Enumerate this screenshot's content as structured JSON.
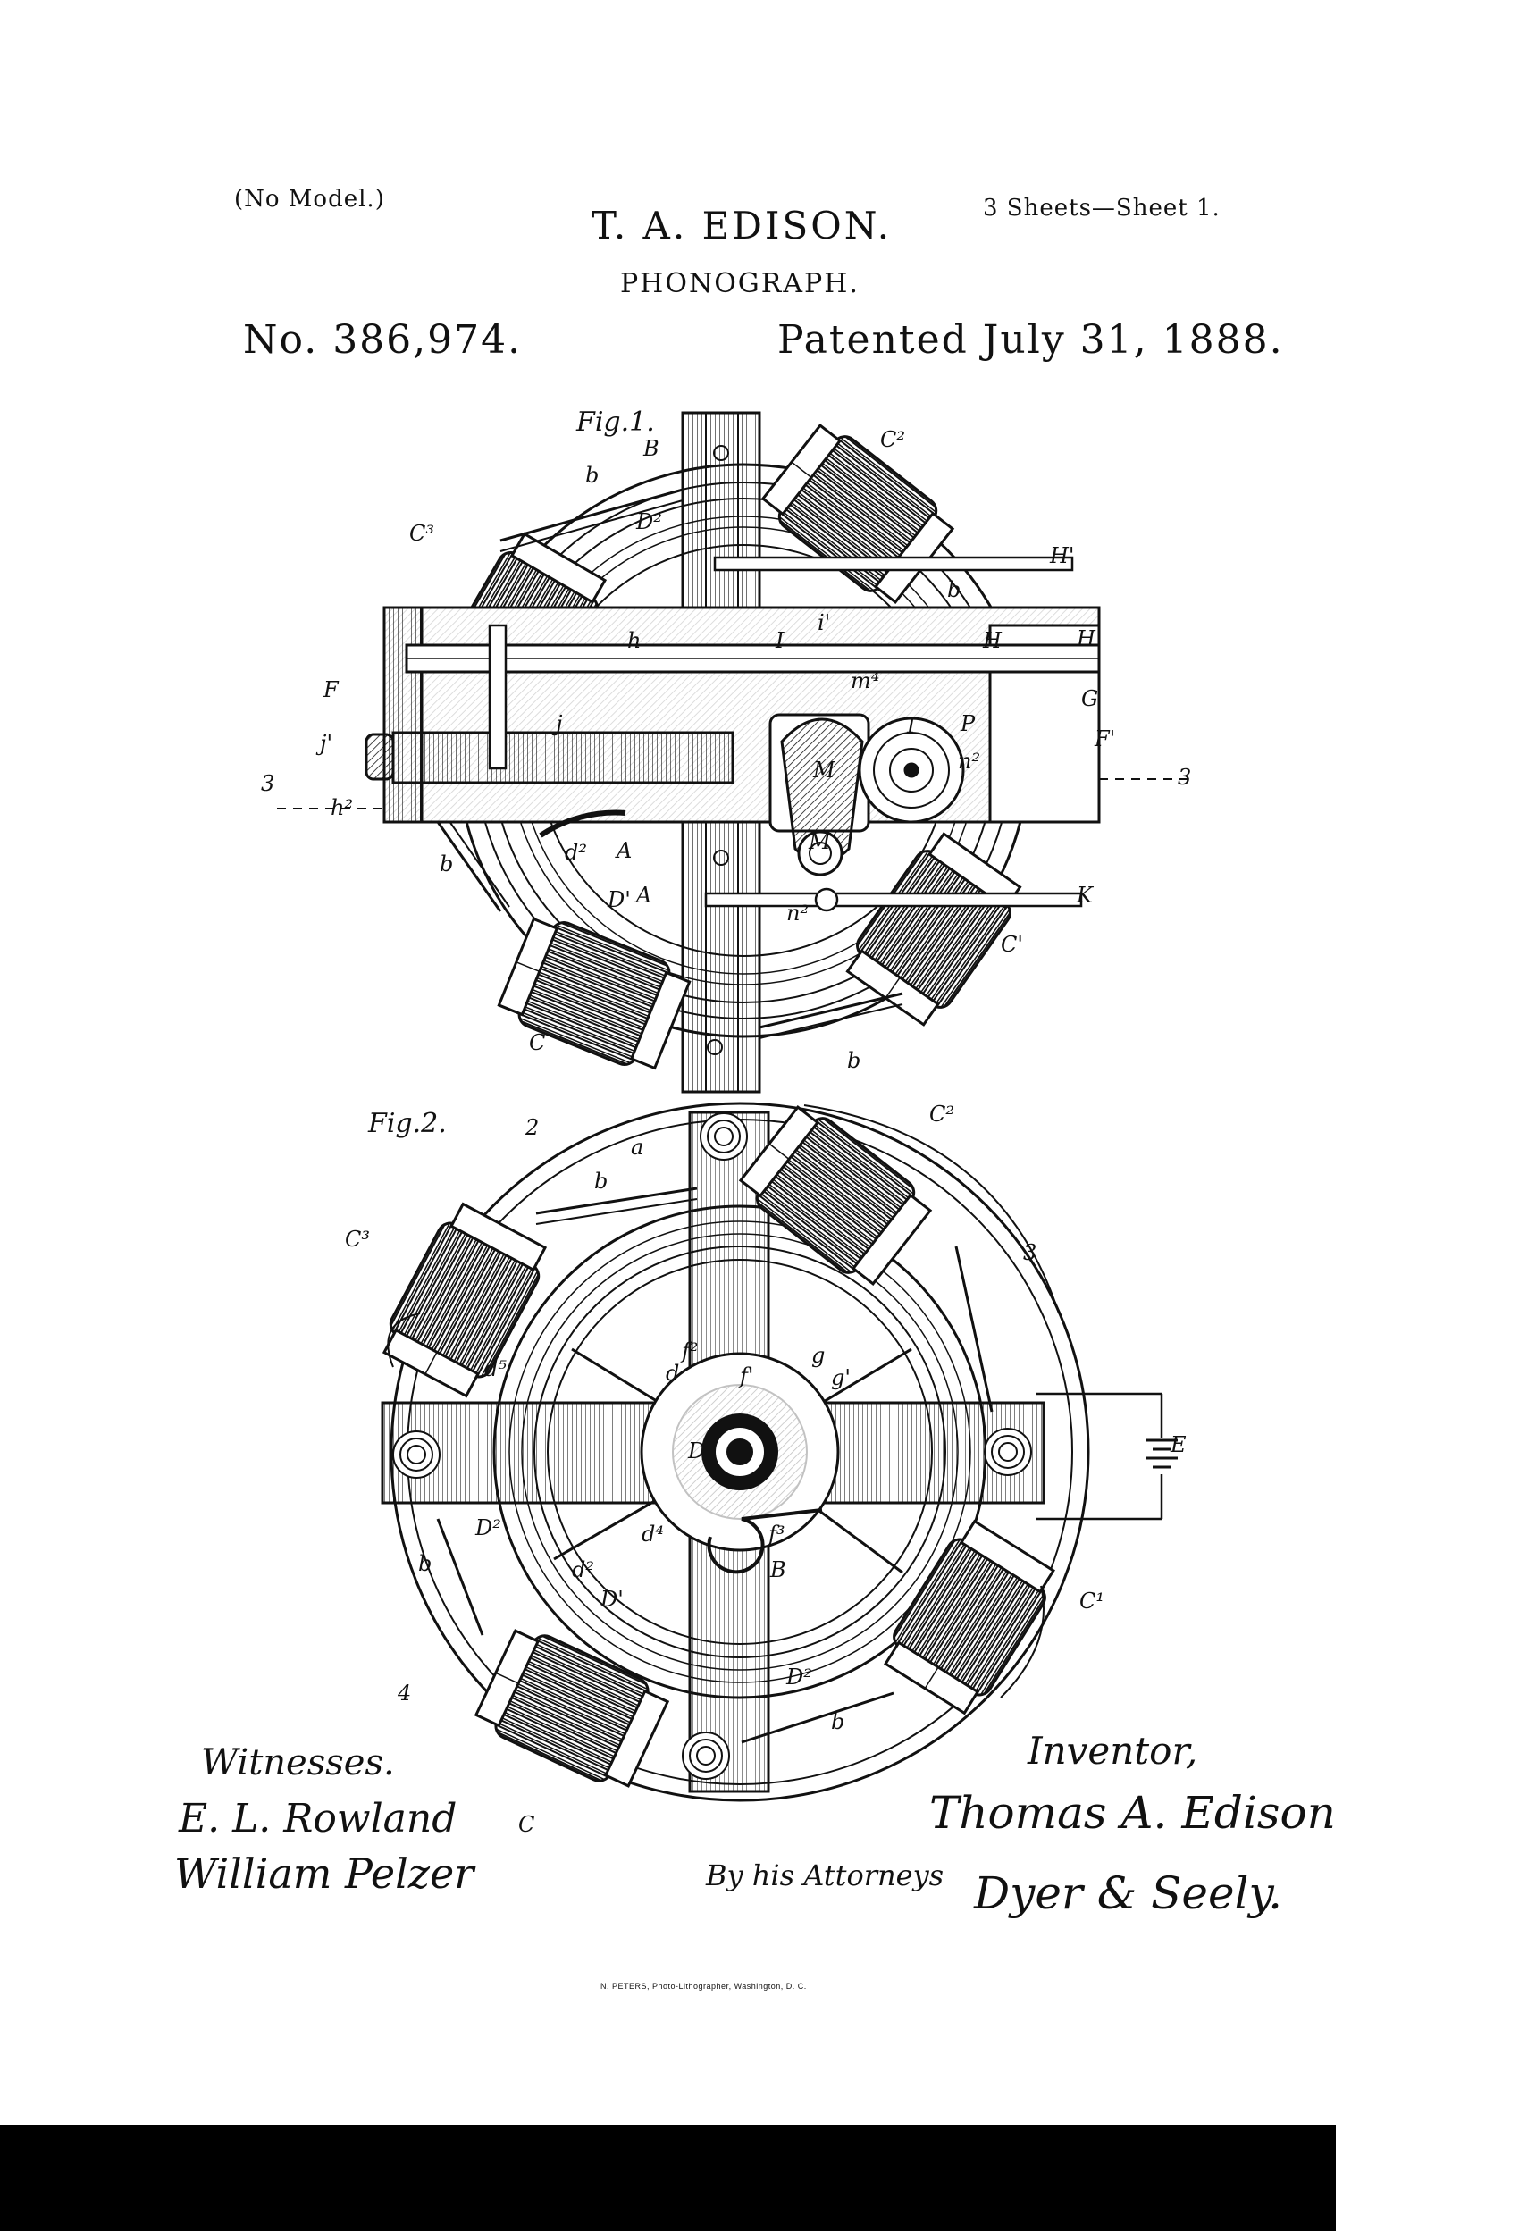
{
  "header": {
    "model_note": "(No Model.)",
    "inventor_name": "T. A. EDISON.",
    "sheet_info": "3 Sheets—Sheet 1.",
    "title": "PHONOGRAPH.",
    "patent_number": "No. 386,974.",
    "patent_date": "Patented July 31, 1888."
  },
  "figures": {
    "fig1": {
      "label": "Fig.1.",
      "refs": [
        "B",
        "C²",
        "b",
        "D²",
        "C³",
        "H'",
        "b",
        "h",
        "I",
        "i'",
        "H",
        "H",
        "F",
        "m⁴",
        "G",
        "j'",
        "I",
        "P",
        "F'",
        "j",
        "n²",
        "3",
        "M",
        "M",
        "3",
        "h²",
        "A",
        "d²",
        "b",
        "A",
        "D'",
        "K",
        "n²",
        "C'",
        "C",
        "b"
      ]
    },
    "fig2": {
      "label": "Fig.2.",
      "refs": [
        "2",
        "a",
        "C²",
        "b",
        "C³",
        "3",
        "f²",
        "g",
        "d⁵",
        "d",
        "f'",
        "g'",
        "D",
        "E",
        "D²",
        "d⁴",
        "f³",
        "b",
        "d²",
        "B",
        "D'",
        "C¹",
        "D²",
        "4",
        "b",
        "C"
      ]
    }
  },
  "signatures": {
    "witnesses_label": "Witnesses.",
    "witness_1": "E. L. Rowland",
    "witness_2": "William Pelzer",
    "inventor_label": "Inventor,",
    "inventor_signature": "Thomas A. Edison.",
    "attorneys_label": "By his Attorneys",
    "attorneys_signature": "Dyer & Seely."
  },
  "footer": {
    "credit": "N. PETERS, Photo-Lithographer, Washington, D. C."
  },
  "colors": {
    "ink": "#111111",
    "paper": "#ffffff",
    "scan_bar": "#000000"
  }
}
